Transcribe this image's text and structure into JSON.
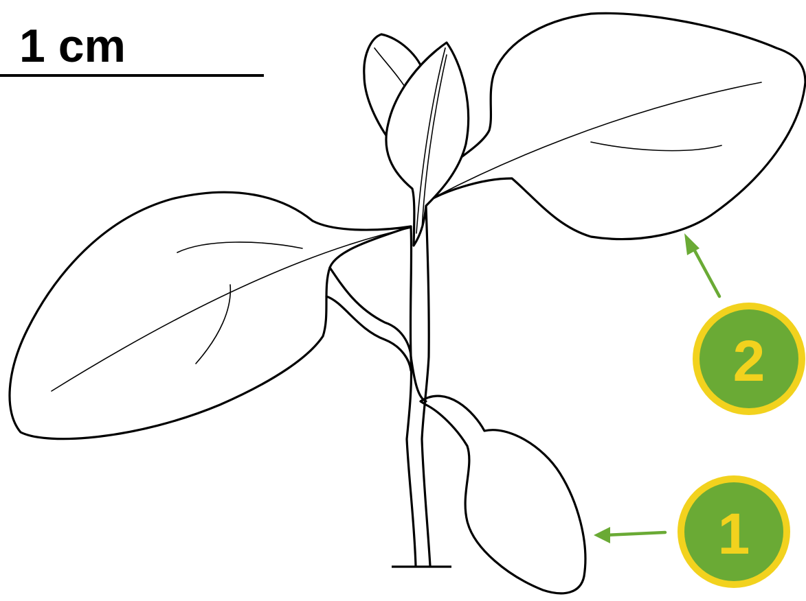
{
  "scale_bar": {
    "label": "1 cm"
  },
  "colors": {
    "background": "#ffffff",
    "line_art": "#000000",
    "marker_fill": "#6aaa35",
    "marker_ring": "#f2d21e",
    "marker_text": "#f2d21e",
    "arrow": "#6aaa35"
  },
  "markers": [
    {
      "id": "marker-1",
      "number": "1",
      "points_to": "lower-right-leaf"
    },
    {
      "id": "marker-2",
      "number": "2",
      "points_to": "upper-right-leaf"
    }
  ]
}
